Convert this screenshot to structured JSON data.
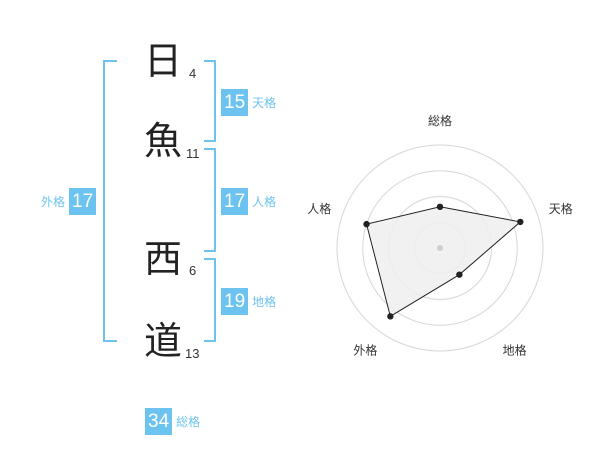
{
  "characters": [
    {
      "char": "日",
      "strokes": "4"
    },
    {
      "char": "魚",
      "strokes": "11"
    },
    {
      "char": "西",
      "strokes": "6"
    },
    {
      "char": "道",
      "strokes": "13"
    }
  ],
  "fortune": {
    "tenkaku": {
      "value": "15",
      "label": "天格"
    },
    "jinkaku": {
      "value": "17",
      "label": "人格"
    },
    "chikaku": {
      "value": "19",
      "label": "地格"
    },
    "gaikaku": {
      "value": "17",
      "label": "外格"
    },
    "soukaku": {
      "value": "34",
      "label": "総格"
    }
  },
  "chart_data": {
    "type": "radar",
    "axes": [
      "総格",
      "天格",
      "地格",
      "外格",
      "人格"
    ],
    "values": [
      0.4,
      0.82,
      0.32,
      0.82,
      0.75
    ],
    "max": 1,
    "rings": 4,
    "colors": {
      "accent": "#6cc3f0",
      "line": "#222222",
      "fill": "#eeeeee",
      "grid": "#d6d6d6"
    }
  }
}
